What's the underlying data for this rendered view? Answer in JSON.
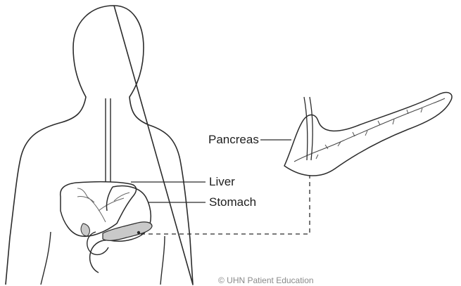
{
  "labels": {
    "pancreas": "Pancreas",
    "liver": "Liver",
    "stomach": "Stomach"
  },
  "copyright": "© UHN Patient Education",
  "colors": {
    "outline": "#2b2b2b",
    "pancreas_fill": "#c9c9c9",
    "label_text": "#1e1e1e",
    "copyright_text": "#8a8a8a"
  }
}
